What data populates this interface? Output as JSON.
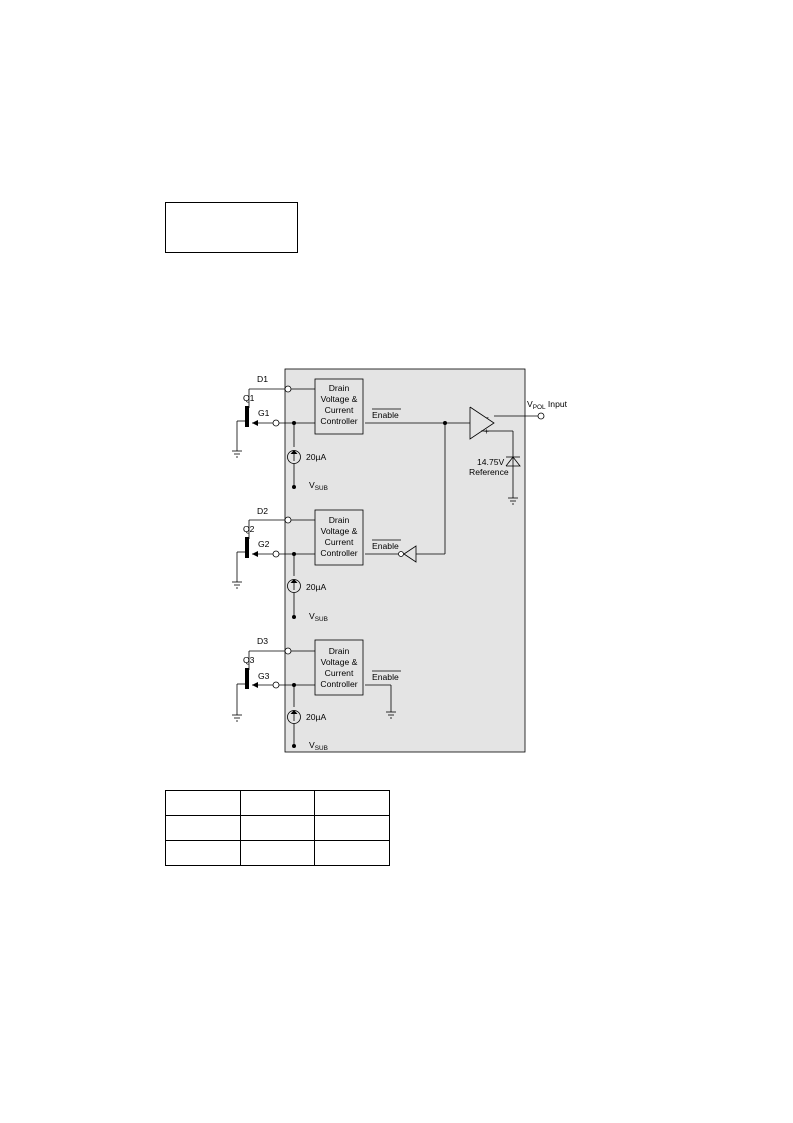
{
  "header_box": {
    "text": ""
  },
  "diagram": {
    "channels": [
      {
        "drain": "D1",
        "gate": "G1",
        "fet": "Q1",
        "ctrl": [
          "Drain",
          "Voltage &",
          "Current",
          "Controller"
        ],
        "enable": "Enable",
        "current": "20µA",
        "sub_v": "V",
        "sub_sub": "SUB"
      },
      {
        "drain": "D2",
        "gate": "G2",
        "fet": "Q2",
        "ctrl": [
          "Drain",
          "Voltage &",
          "Current",
          "Controller"
        ],
        "enable": "Enable",
        "current": "20µA",
        "sub_v": "V",
        "sub_sub": "SUB"
      },
      {
        "drain": "D3",
        "gate": "G3",
        "fet": "Q3",
        "ctrl": [
          "Drain",
          "Voltage &",
          "Current",
          "Controller"
        ],
        "enable": "Enable",
        "current": "20µA",
        "sub_v": "V",
        "sub_sub": "SUB"
      }
    ],
    "vpol": {
      "v": "V",
      "sub": "POL",
      "rest": " Input"
    },
    "reference": {
      "voltage": "14.75V",
      "label": "Reference"
    },
    "comparator": {
      "minus": "-",
      "plus": "+"
    }
  },
  "table": {
    "rows": [
      [
        "",
        "",
        ""
      ],
      [
        "",
        "",
        ""
      ],
      [
        "",
        "",
        ""
      ]
    ]
  }
}
